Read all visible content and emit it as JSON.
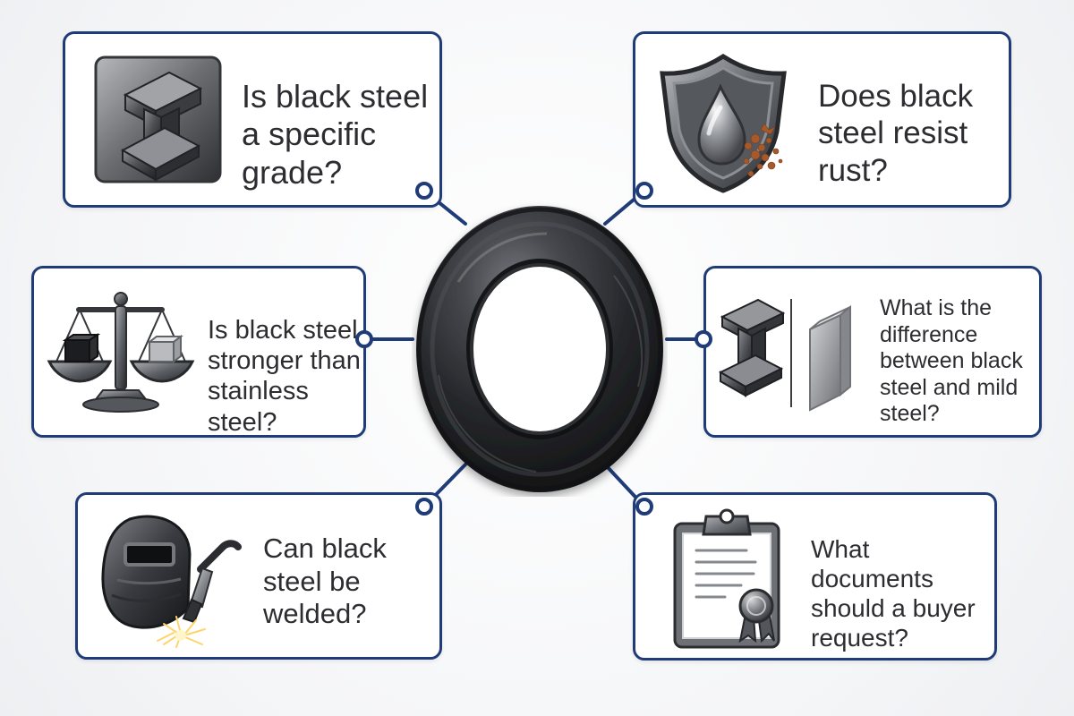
{
  "colors": {
    "border": "#1f3b78",
    "connector": "#1f3b78",
    "text": "#2d2d31",
    "steel_dark": "#3b3c3f",
    "steel_light": "#a7aaae",
    "rust": "#a65a2b"
  },
  "center": {
    "icon": "black-steel-ring-icon"
  },
  "cards": [
    {
      "id": "specific-grade",
      "question": "Is black steel\na specific\ngrade?",
      "icon": "steel-i-beam-icon"
    },
    {
      "id": "resist-rust",
      "question": "Does black\nsteel resist\nrust?",
      "icon": "shield-water-drop-rust-icon"
    },
    {
      "id": "stronger-than-stainless",
      "question": "Is black steel\nstronger than\nstainless steel?",
      "icon": "balance-scale-icon"
    },
    {
      "id": "difference-mild-steel",
      "question": "What is the\ndifference\nbetween black\nsteel and mild\nsteel?",
      "icon": "i-beam-and-steel-block-icon"
    },
    {
      "id": "welded",
      "question": "Can black\nsteel be\nwelded?",
      "icon": "welding-helmet-torch-icon"
    },
    {
      "id": "buyer-documents",
      "question": "What documents\nshould a buyer\nrequest?",
      "icon": "clipboard-certificate-icon"
    }
  ]
}
